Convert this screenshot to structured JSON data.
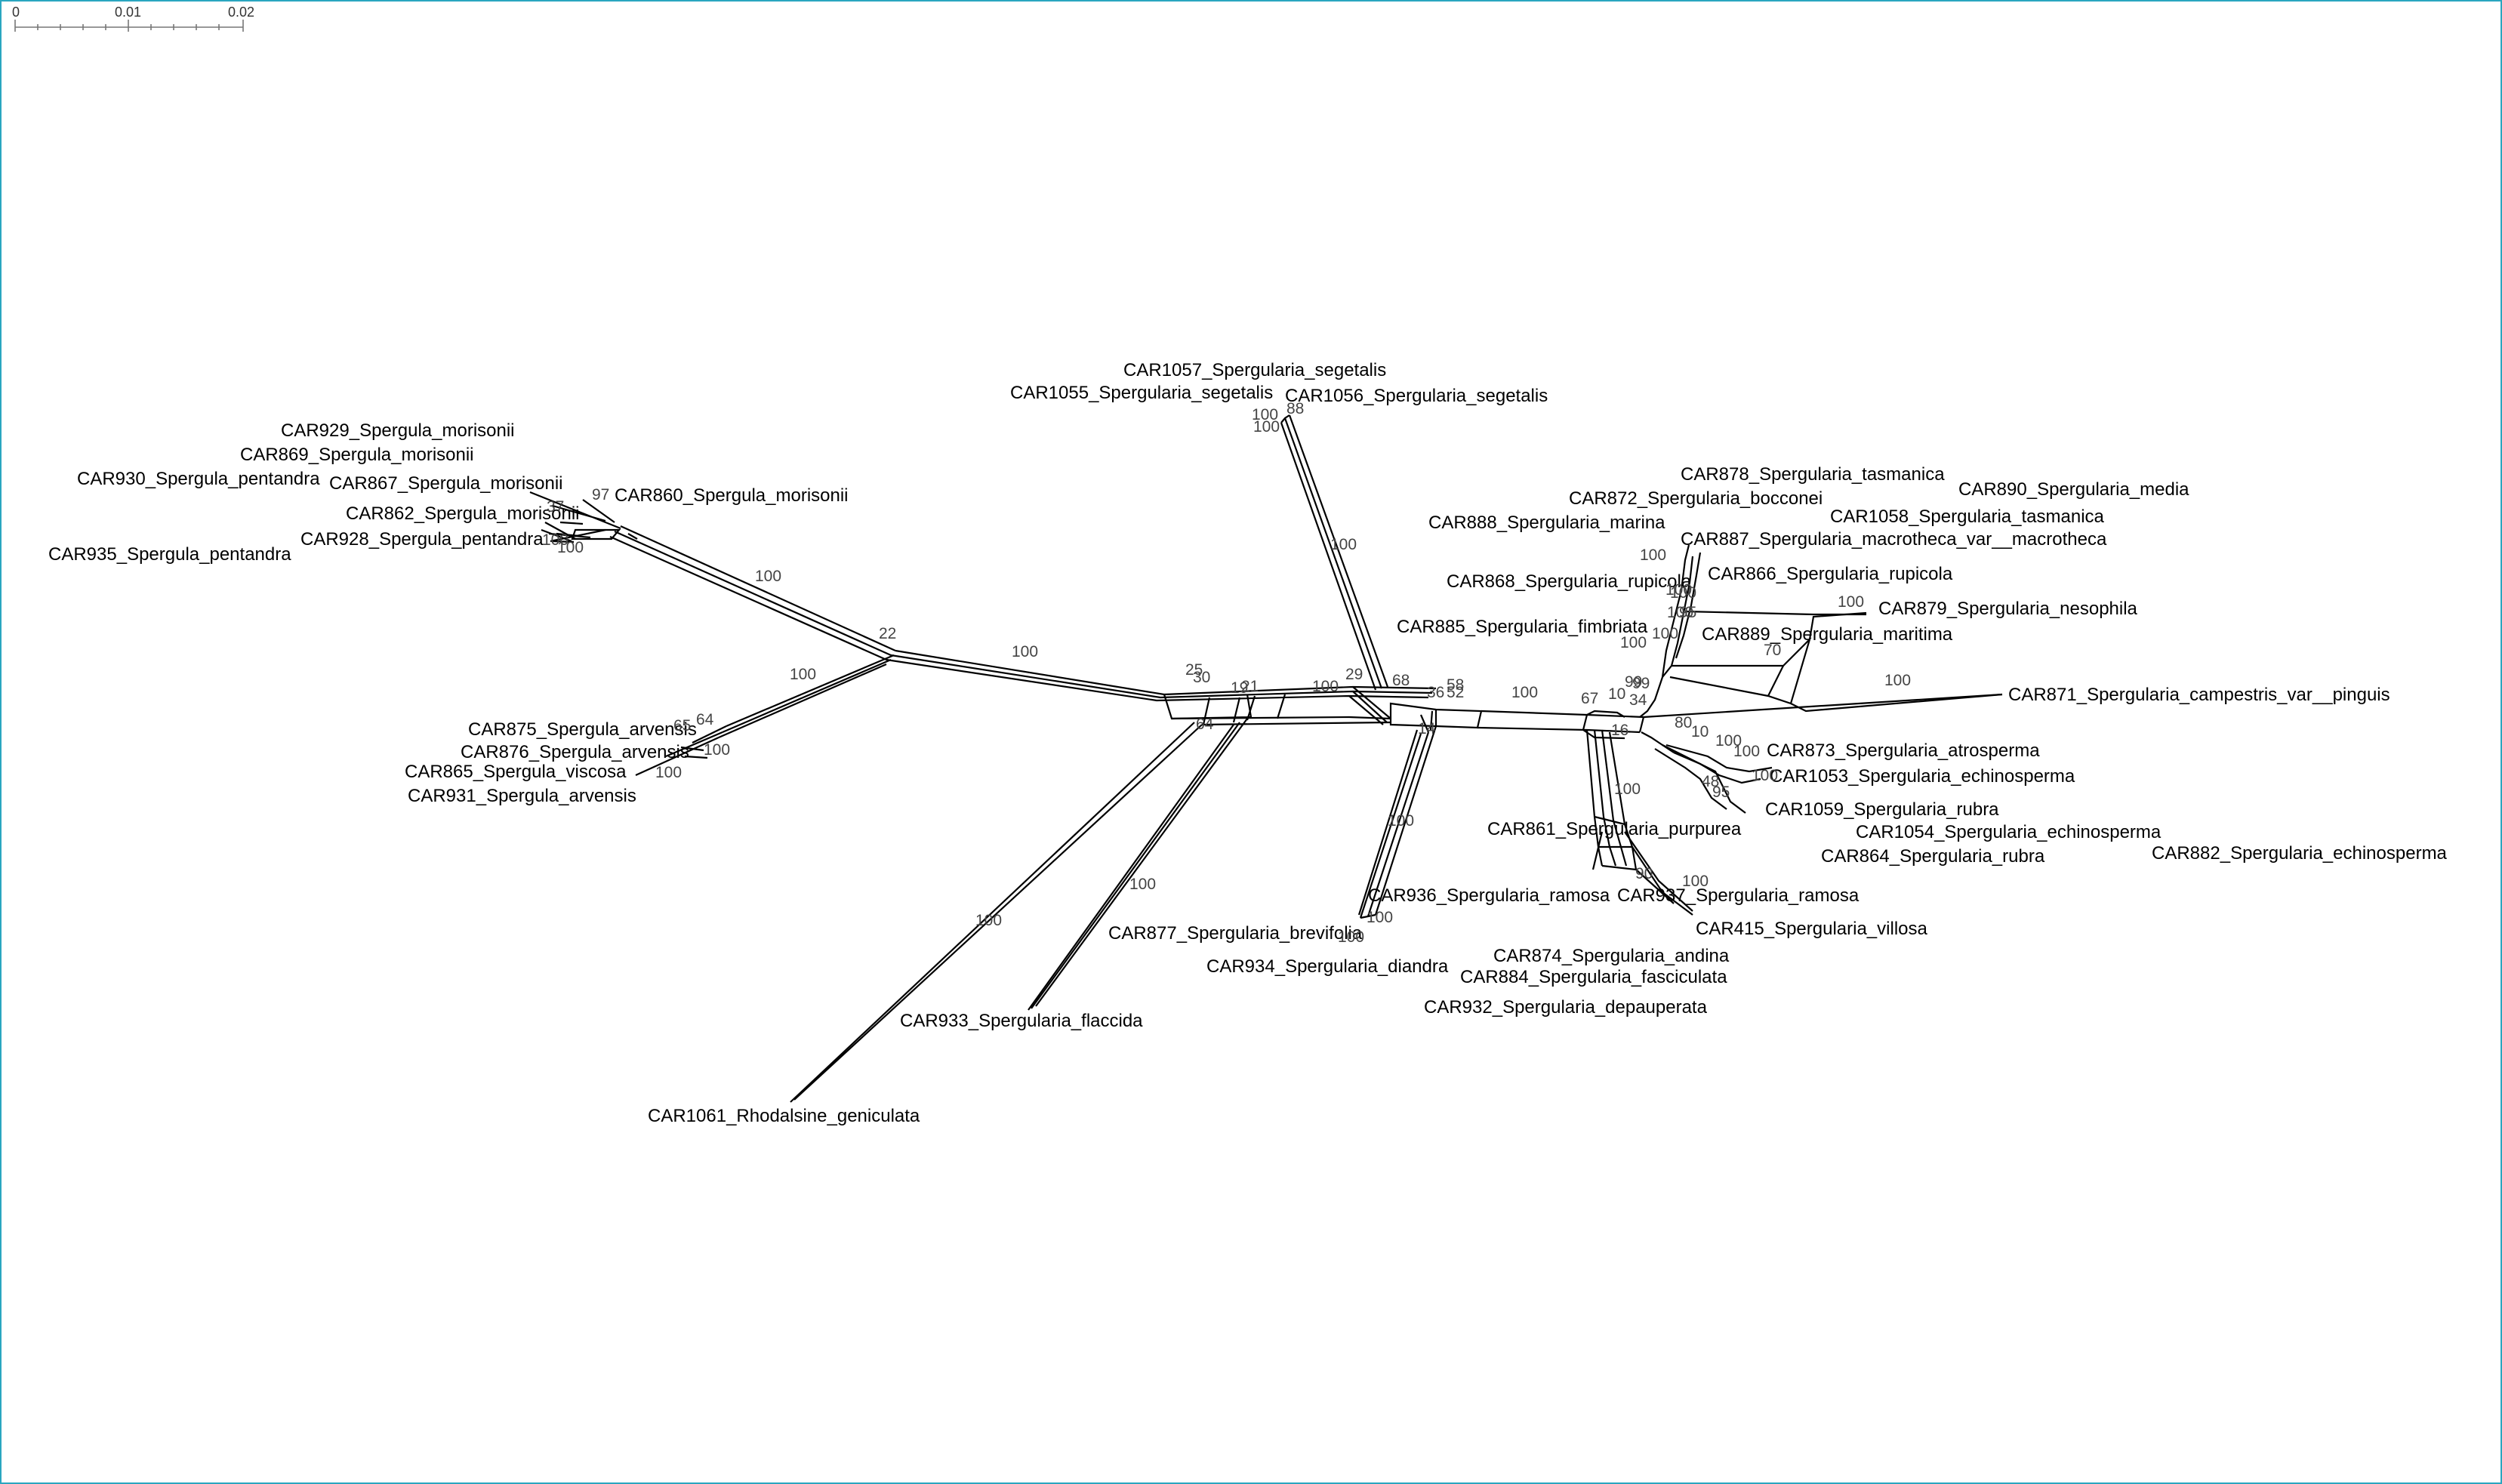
{
  "scale_bar": {
    "ticks": [
      "0",
      "0.01",
      "0.02"
    ]
  },
  "taxa": [
    "CAR1057_Spergularia_segetalis",
    "CAR1055_Spergularia_segetalis",
    "CAR1056_Spergularia_segetalis",
    "CAR929_Spergula_morisonii",
    "CAR869_Spergula_morisonii",
    "CAR930_Spergula_pentandra",
    "CAR867_Spergula_morisonii",
    "CAR860_Spergula_morisonii",
    "CAR862_Spergula_morisonii",
    "CAR928_Spergula_pentandra",
    "CAR935_Spergula_pentandra",
    "CAR875_Spergula_arvensis",
    "CAR876_Spergula_arvensis",
    "CAR865_Spergula_viscosa",
    "CAR931_Spergula_arvensis",
    "CAR878_Spergularia_tasmanica",
    "CAR890_Spergularia_media",
    "CAR872_Spergularia_bocconei",
    "CAR1058_Spergularia_tasmanica",
    "CAR888_Spergularia_marina",
    "CAR887_Spergularia_macrotheca_var__macrotheca",
    "CAR866_Spergularia_rupicola",
    "CAR868_Spergularia_rupicola",
    "CAR879_Spergularia_nesophila",
    "CAR885_Spergularia_fimbriata",
    "CAR889_Spergularia_maritima",
    "CAR871_Spergularia_campestris_var__pinguis",
    "CAR873_Spergularia_atrosperma",
    "CAR1053_Spergularia_echinosperma",
    "CAR1059_Spergularia_rubra",
    "CAR861_Spergularia_purpurea",
    "CAR1054_Spergularia_echinosperma",
    "CAR864_Spergularia_rubra",
    "CAR882_Spergularia_echinosperma",
    "CAR936_Spergularia_ramosa",
    "CAR937_Spergularia_ramosa",
    "CAR415_Spergularia_villosa",
    "CAR877_Spergularia_brevifolia",
    "CAR874_Spergularia_andina",
    "CAR934_Spergularia_diandra",
    "CAR884_Spergularia_fasciculata",
    "CAR932_Spergularia_depauperata",
    "CAR933_Spergularia_flaccida",
    "CAR1061_Rhodalsine_geniculata"
  ],
  "supports": [
    "100",
    "100",
    "88",
    "100",
    "100",
    "22",
    "100",
    "100",
    "100",
    "25",
    "30",
    "19",
    "21",
    "100",
    "29",
    "68",
    "36",
    "58",
    "52",
    "14",
    "100",
    "67",
    "10",
    "99",
    "34",
    "16",
    "64",
    "100",
    "100",
    "100",
    "100",
    "100",
    "100",
    "80",
    "10",
    "100",
    "48",
    "95",
    "100",
    "70",
    "100",
    "100",
    "100",
    "65",
    "64",
    "100",
    "100",
    "100",
    "100",
    "37",
    "97",
    "100",
    "100",
    "100",
    "100",
    "90",
    "100",
    "95",
    "99",
    "100"
  ]
}
